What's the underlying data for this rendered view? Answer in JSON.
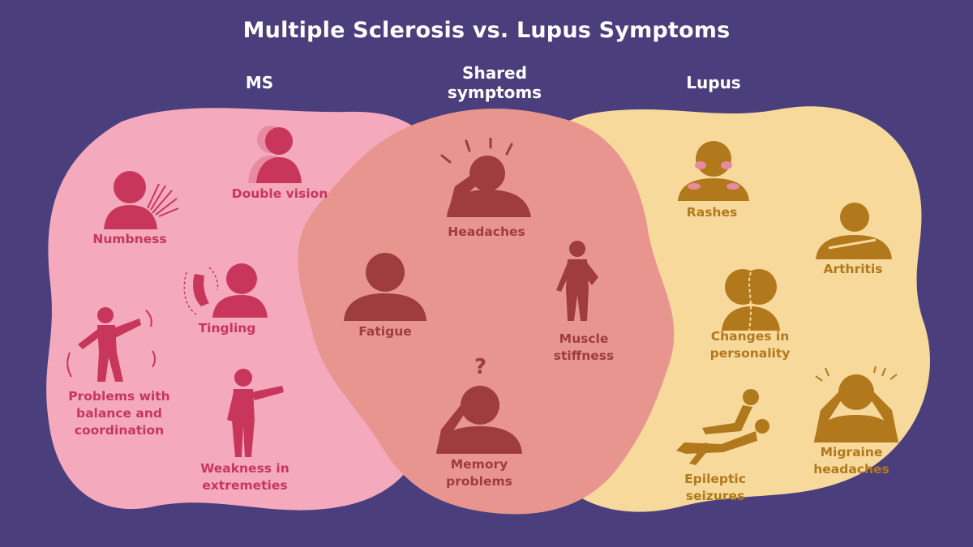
{
  "title": "Multiple Sclerosis vs. Lupus Symptoms",
  "colors": {
    "background": "#4a3f7c",
    "ms_region": "#f4a9bd",
    "shared_region": "#e9958f",
    "lupus_region": "#f7d99c",
    "ms_accent": "#c8365c",
    "shared_accent": "#9e3c3e",
    "lupus_accent": "#b2781c"
  },
  "groups": {
    "ms": {
      "heading": "MS",
      "symptoms": [
        {
          "label": "Double vision",
          "icon": "double-vision-icon"
        },
        {
          "label": "Numbness",
          "icon": "numbness-icon"
        },
        {
          "label": "Tingling",
          "icon": "tingling-icon"
        },
        {
          "label": "Problems with balance and coordination",
          "icon": "balance-icon"
        },
        {
          "label": "Weakness in extremeties",
          "icon": "weakness-icon"
        }
      ]
    },
    "shared": {
      "heading": "Shared symptoms",
      "symptoms": [
        {
          "label": "Headaches",
          "icon": "headache-icon"
        },
        {
          "label": "Fatigue",
          "icon": "fatigue-icon"
        },
        {
          "label": "Muscle stiffness",
          "icon": "muscle-stiffness-icon"
        },
        {
          "label": "Memory problems",
          "icon": "memory-icon"
        }
      ],
      "question_mark": "?"
    },
    "lupus": {
      "heading": "Lupus",
      "symptoms": [
        {
          "label": "Rashes",
          "icon": "rash-icon"
        },
        {
          "label": "Arthritis",
          "icon": "arthritis-icon"
        },
        {
          "label": "Changes in personality",
          "icon": "personality-icon"
        },
        {
          "label": "Migraine headaches",
          "icon": "migraine-icon"
        },
        {
          "label": "Epileptic seizures",
          "icon": "seizure-icon"
        }
      ]
    }
  }
}
